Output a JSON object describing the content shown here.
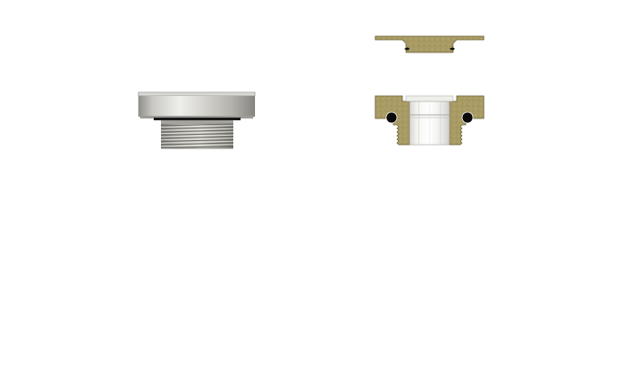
{
  "figure": {
    "background_color": "#ffffff",
    "views": [
      {
        "id": "exterior",
        "kind": "exterior-view"
      },
      {
        "id": "cross-section",
        "kind": "cross-section-view"
      }
    ],
    "colors": {
      "steel_light": "#e6e6e3",
      "steel_mid": "#b9b8b2",
      "steel_dark": "#7e7d78",
      "section_fill": "#a89a63",
      "section_edge": "#6e643c",
      "bore_light": "#f1f1ee",
      "oring_black": "#0a0a0a"
    }
  }
}
